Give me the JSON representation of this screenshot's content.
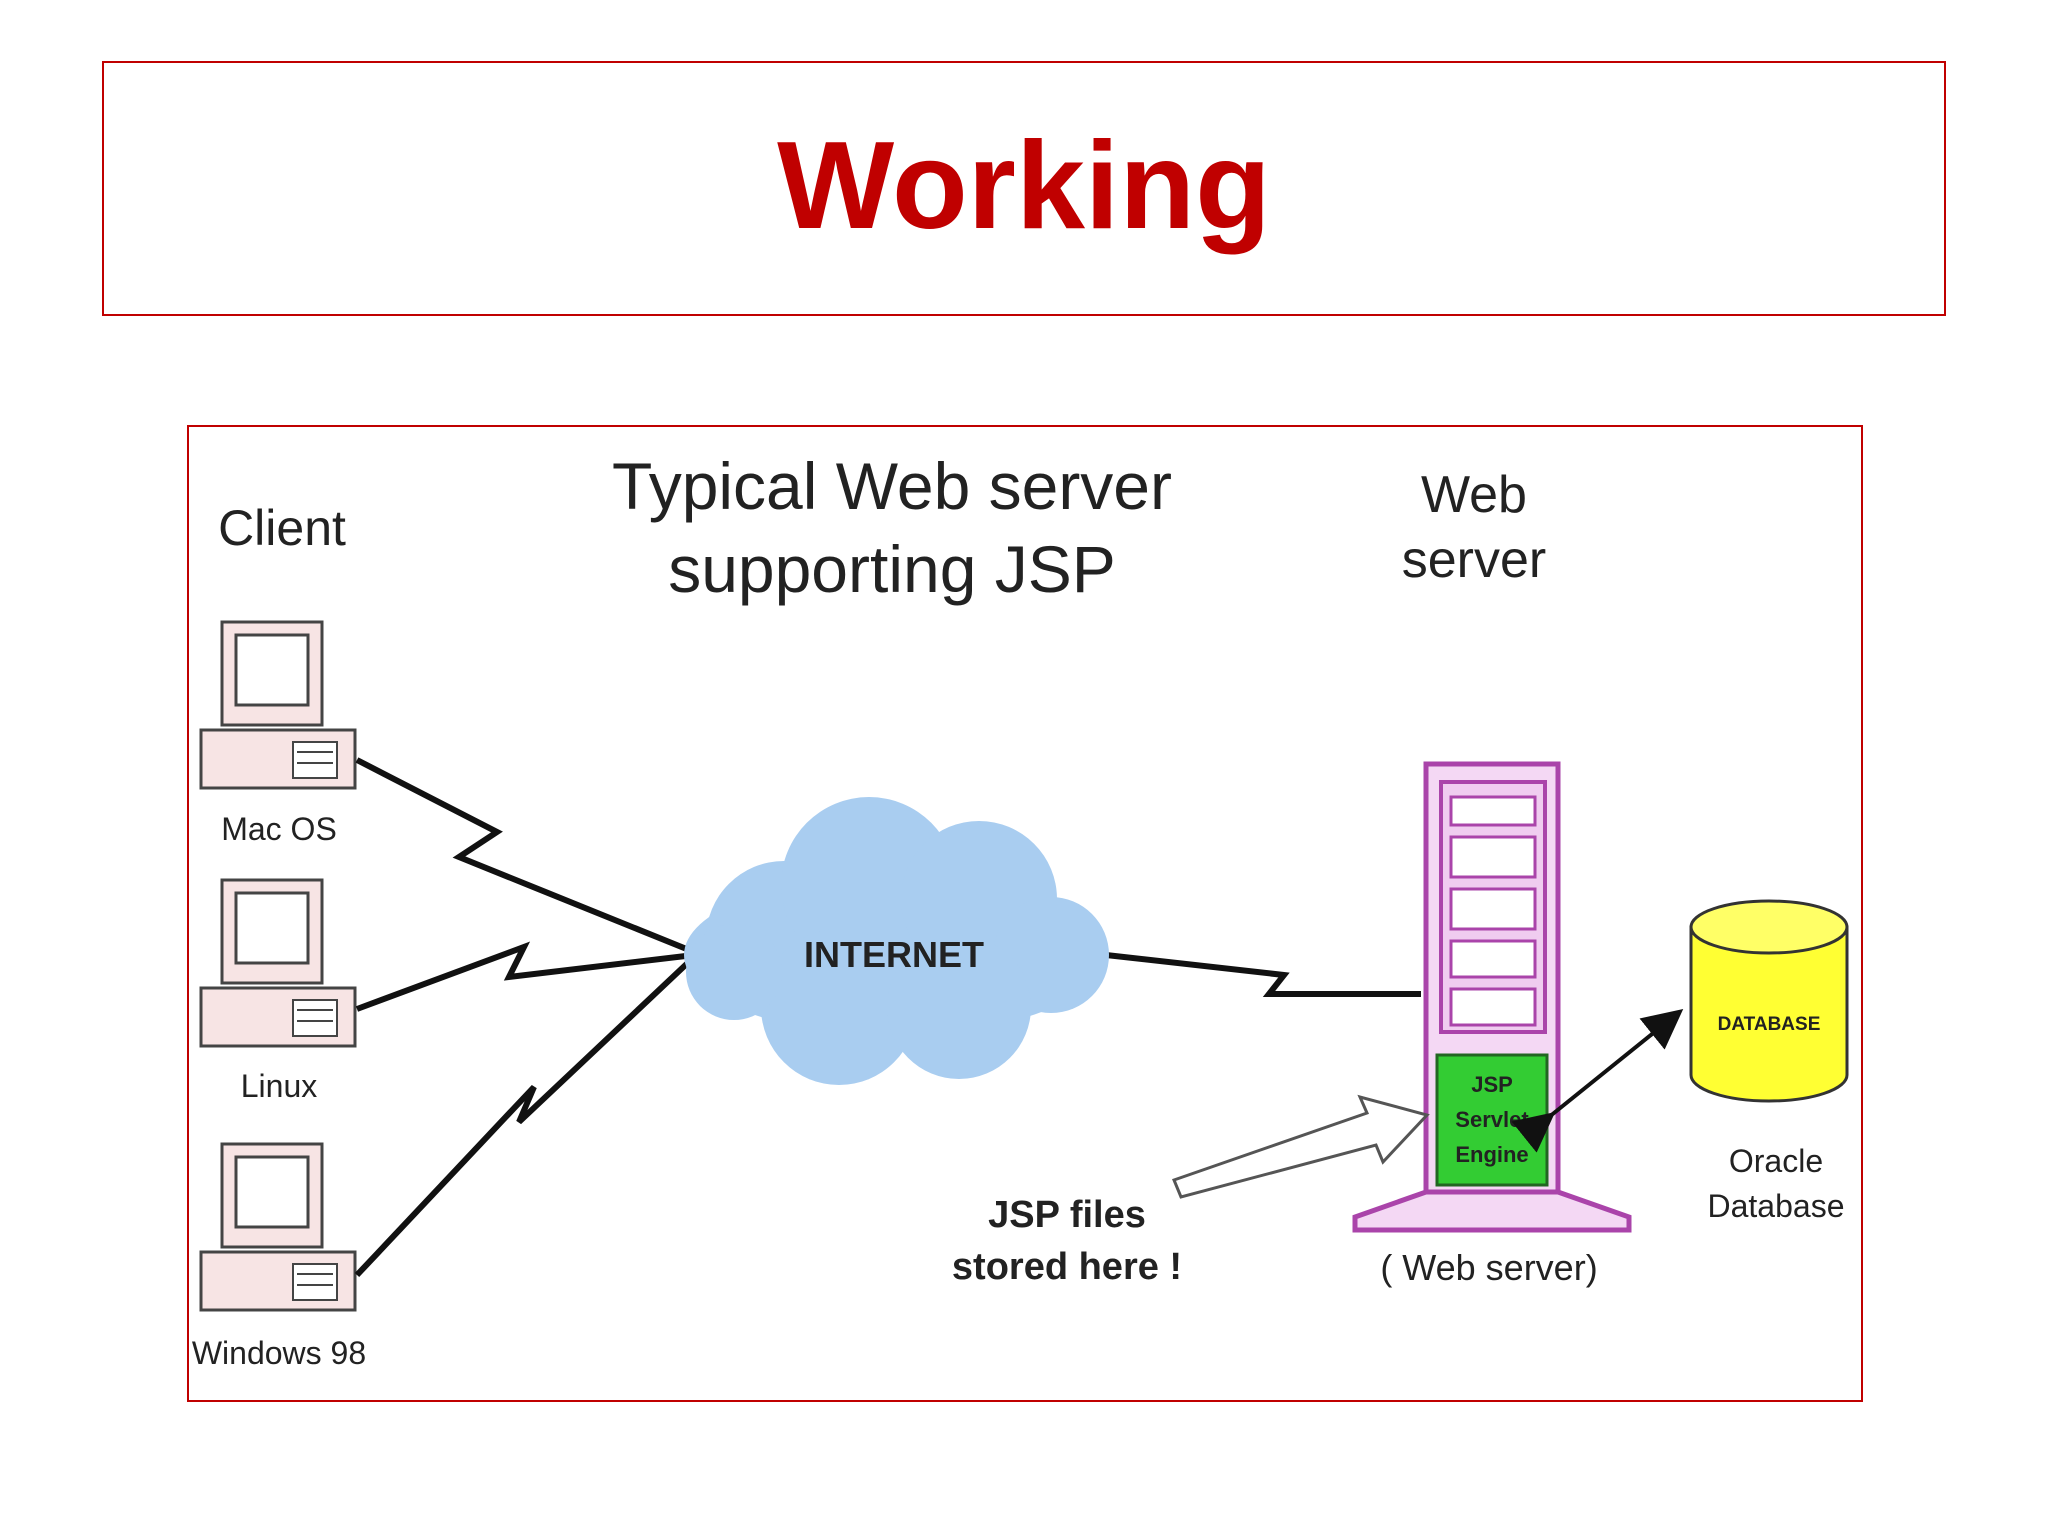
{
  "slide": {
    "title": "Working"
  },
  "diagram": {
    "heading_line1": "Typical Web server",
    "heading_line2": "supporting JSP",
    "client_label": "Client",
    "server_heading_line1": "Web",
    "server_heading_line2": "server",
    "clients": [
      {
        "os": "Mac OS",
        "icon": "computer-icon"
      },
      {
        "os": "Linux",
        "icon": "computer-icon"
      },
      {
        "os": "Windows 98",
        "icon": "computer-icon"
      }
    ],
    "internet_label": "INTERNET",
    "server_box_label_line1": "JSP",
    "server_box_label_line2": "Servlet",
    "server_box_label_line3": "Engine",
    "server_caption": "( Web server)",
    "database_label": "DATABASE",
    "database_caption_line1": "Oracle",
    "database_caption_line2": "Database",
    "note_line1": "JSP files",
    "note_line2": "stored here !",
    "colors": {
      "accent": "#c00000",
      "cloud": "#a9cdf0",
      "server": "#cc66cc",
      "engine": "#33cc33",
      "database": "#ffff33",
      "note": "#e03030"
    }
  }
}
